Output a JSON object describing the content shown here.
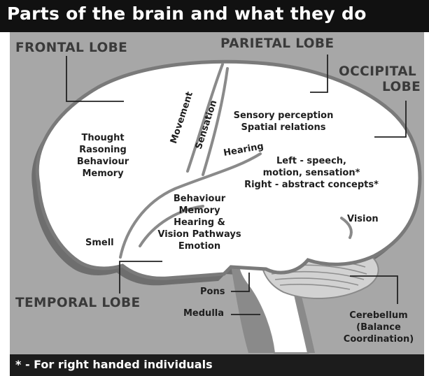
{
  "title": "Parts of the brain and what they do",
  "footnote": "* - For right handed individuals",
  "lobes": {
    "frontal": "FRONTAL LOBE",
    "parietal": "PARIETAL LOBE",
    "occipital_line1": "OCCIPITAL",
    "occipital_line2": "LOBE",
    "temporal": "TEMPORAL LOBE"
  },
  "regions": {
    "frontal_functions": [
      "Thought",
      "Rasoning",
      "Behaviour",
      "Memory"
    ],
    "movement": "Movement",
    "sensation": "Sensation",
    "parietal_functions": [
      "Sensory perception",
      "Spatial relations"
    ],
    "hearing": "Hearing",
    "speech": [
      "Left - speech,",
      "motion, sensation*",
      "Right - abstract concepts*"
    ],
    "temporal_functions": [
      "Behaviour",
      "Memory",
      "Hearing &",
      "Vision Pathways",
      "Emotion"
    ],
    "smell": "Smell",
    "vision": "Vision",
    "pons": "Pons",
    "medulla": "Medulla",
    "cerebellum": [
      "Cerebellum",
      "(Balance",
      "Coordination)"
    ]
  },
  "colors": {
    "title_bar": "#111111",
    "panel": "#a7a7a7",
    "brain_fill": "#ffffff",
    "brain_outline": "#777777",
    "brain_shadow": "#6e6e6e"
  }
}
